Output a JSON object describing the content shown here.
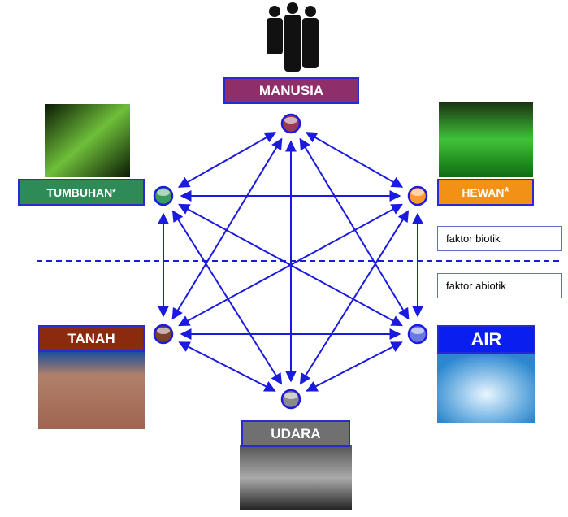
{
  "nodes": {
    "manusia": {
      "label": "MANUSIA",
      "color": "#8e2f6c",
      "dot": "#9c3a55"
    },
    "tumbuhan": {
      "label": "TUMBUHAN",
      "mark": "*",
      "color": "#2e8b57",
      "dot": "#3c9a5a"
    },
    "hewan": {
      "label": "HEWAN",
      "mark": "*",
      "color": "#f39016",
      "dot": "#ff9a30"
    },
    "tanah": {
      "label": "TANAH",
      "color": "#8b2a0e",
      "dot": "#7a4030"
    },
    "air": {
      "label": "AIR",
      "color": "#0a1ef0",
      "dot": "#6a7ae0"
    },
    "udara": {
      "label": "UDARA",
      "color": "#707070",
      "dot": "#8a8a8a"
    }
  },
  "factors": {
    "biotic": "faktor biotik",
    "abiotic": "faktor abiotik"
  },
  "edge_color": "#1a1ae0"
}
